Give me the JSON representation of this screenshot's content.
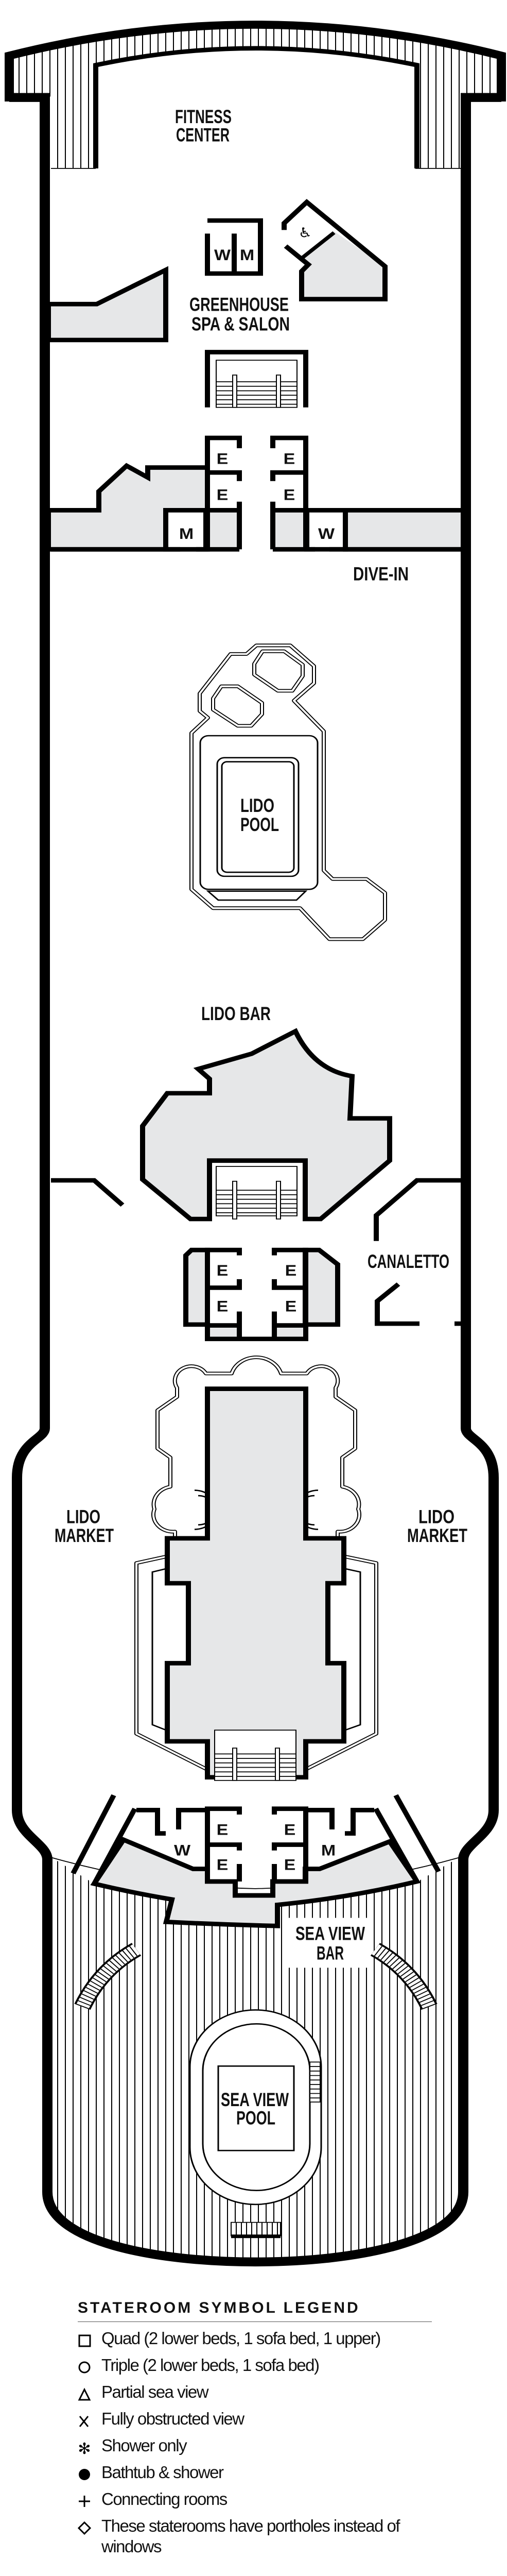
{
  "deck_plan": {
    "labels": {
      "fitness_center": [
        "FITNESS",
        "CENTER"
      ],
      "greenhouse_spa": [
        "GREENHOUSE",
        "SPA & SALON"
      ],
      "dive_in": "DIVE-IN",
      "lido_pool": [
        "LIDO",
        "POOL"
      ],
      "lido_bar": "LIDO BAR",
      "canaletto": "CANALETTO",
      "lido_market_port": [
        "LIDO",
        "MARKET"
      ],
      "lido_market_starboard": [
        "LIDO",
        "MARKET"
      ],
      "sea_view_bar": [
        "SEA VIEW",
        "BAR"
      ],
      "sea_view_pool": [
        "SEA VIEW",
        "POOL"
      ]
    },
    "symbols": {
      "elevator": "E",
      "women": "W",
      "men": "M",
      "accessible": "wheelchair-icon"
    }
  },
  "legend": {
    "title": "STATEROOM SYMBOL LEGEND",
    "items": [
      {
        "icon": "square-outline-icon",
        "label": "Quad (2 lower beds, 1 sofa bed, 1 upper)"
      },
      {
        "icon": "circle-outline-icon",
        "label": "Triple (2 lower beds, 1 sofa bed)"
      },
      {
        "icon": "triangle-outline-icon",
        "label": "Partial sea view"
      },
      {
        "icon": "x-icon",
        "label": "Fully obstructed view"
      },
      {
        "icon": "asterisk-icon",
        "label": "Shower only"
      },
      {
        "icon": "filled-circle-icon",
        "label": "Bathtub & shower"
      },
      {
        "icon": "plus-icon",
        "label": "Connecting rooms"
      },
      {
        "icon": "diamond-outline-icon",
        "label": "These staterooms have portholes instead of windows"
      }
    ]
  },
  "colors": {
    "walls": "#000000",
    "service_areas": "#e6e7e8",
    "background": "#ffffff"
  }
}
